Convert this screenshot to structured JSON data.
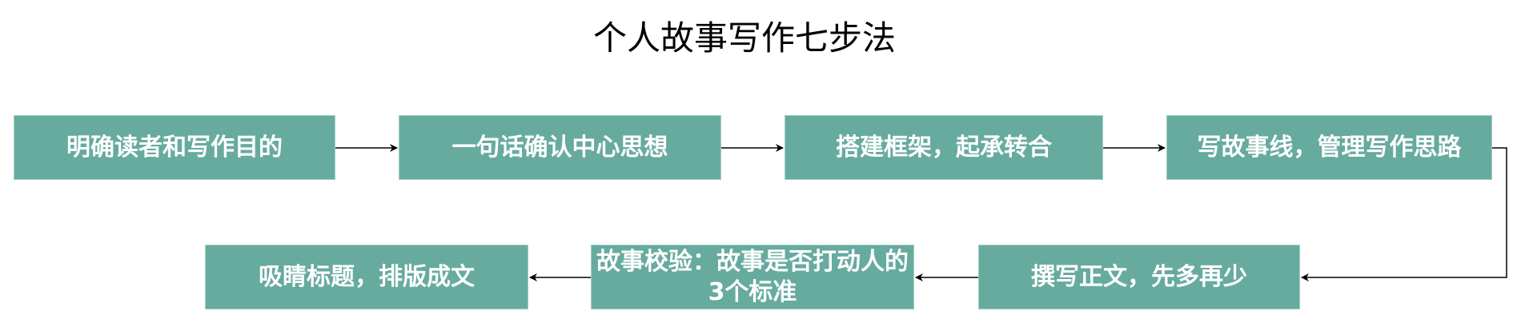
{
  "title": "个人故事写作七步法",
  "colors": {
    "box_fill": "#67AB9F",
    "text": "#FFFFFF",
    "arrow": "#000000"
  },
  "steps": [
    {
      "label": "明确读者和写作目的"
    },
    {
      "label": "一句话确认中心思想"
    },
    {
      "label": "搭建框架，起承转合"
    },
    {
      "label": "写故事线，管理写作思路"
    },
    {
      "label": "撰写正文，先多再少"
    },
    {
      "label": "故事校验：故事是否打动人的3个标准"
    },
    {
      "label": "吸睛标题，排版成文"
    }
  ]
}
